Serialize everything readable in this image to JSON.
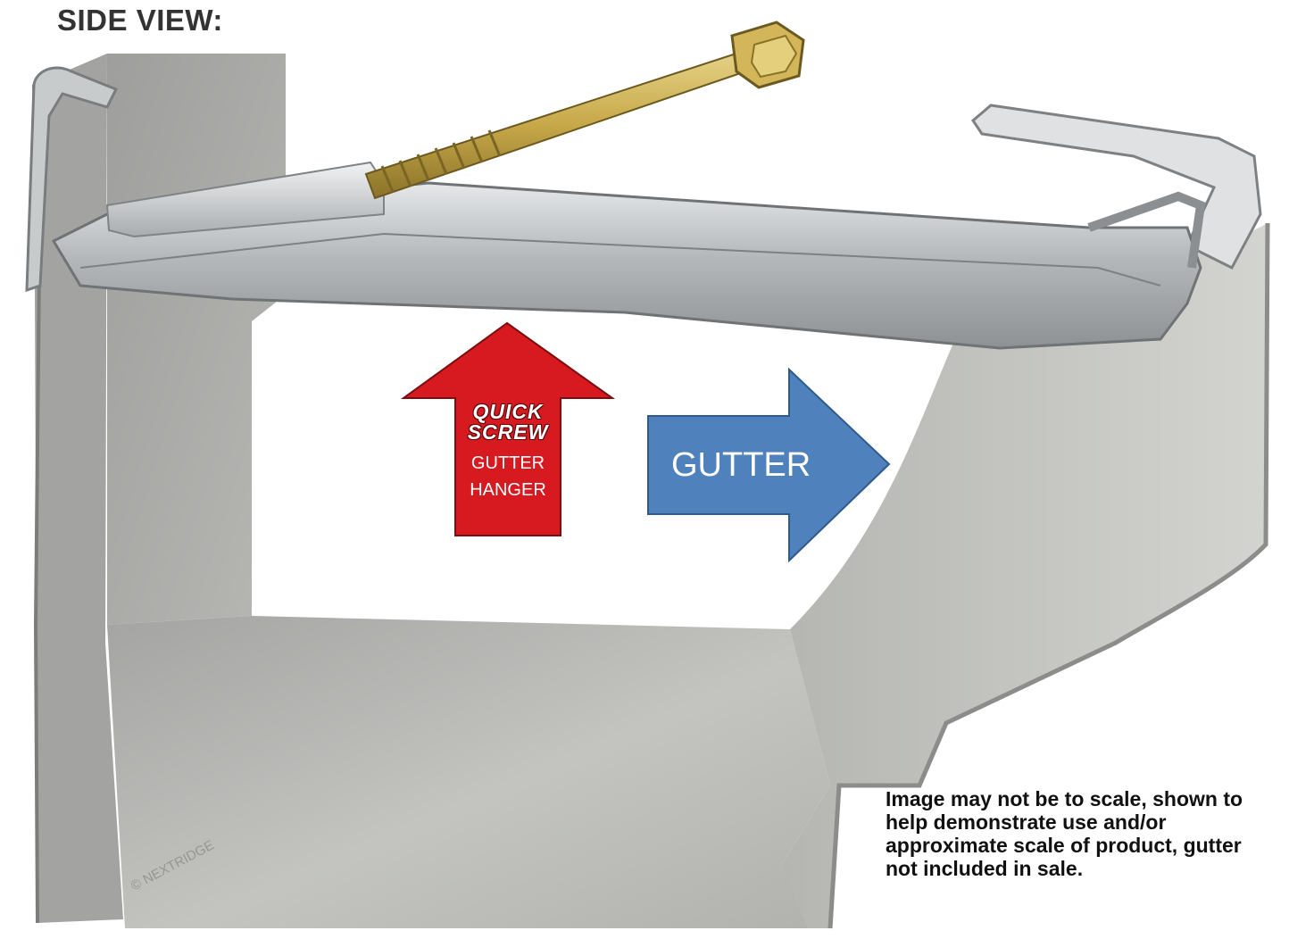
{
  "header": {
    "view_title": "SIDE VIEW:"
  },
  "callouts": {
    "hanger_arrow": {
      "brand_line_1": "QUICK",
      "brand_line_2": "SCREW",
      "label_line_1": "GUTTER",
      "label_line_2": "HANGER",
      "color": "#d71920"
    },
    "gutter_arrow": {
      "label": "GUTTER",
      "color": "#4f81bd"
    }
  },
  "disclaimer": {
    "text": "Image may not be to scale, shown to help demonstrate use and/or approximate scale of product, gutter not included in sale."
  },
  "watermark": {
    "text": "© NEXTRIDGE"
  },
  "icons": {
    "up_arrow": "arrow-up-icon",
    "right_arrow": "arrow-right-icon",
    "screw": "screw-icon"
  },
  "colors": {
    "gutter_body": "#a9aaa7",
    "gutter_light": "#c9cac6",
    "hanger_metal": "#b8bcbf",
    "screw_gold": "#c8a94a"
  }
}
